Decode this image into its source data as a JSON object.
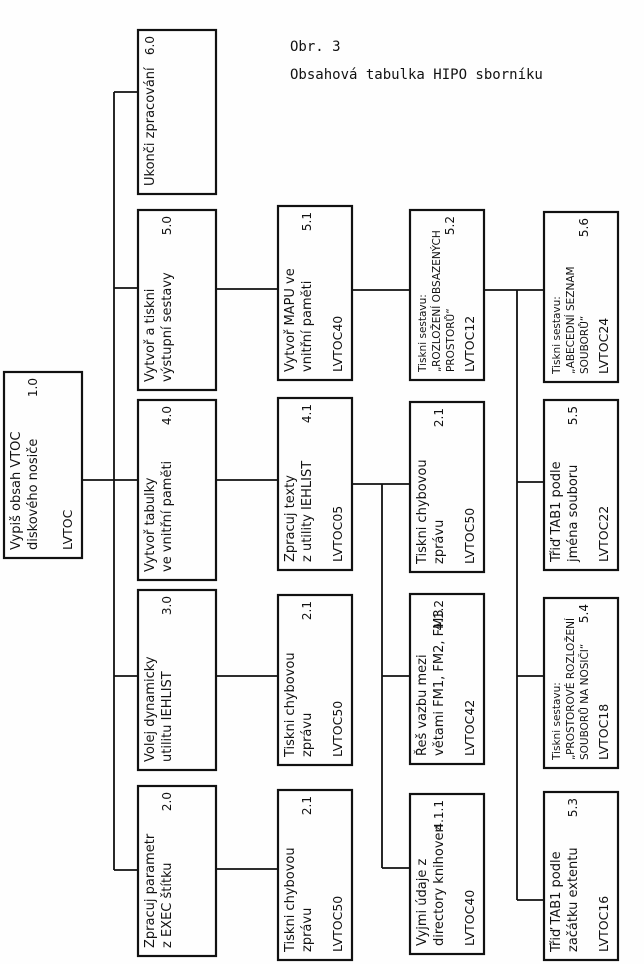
{
  "caption": {
    "figure": "Obr. 3",
    "title": "Obsahová tabulka HIPO sborníku"
  },
  "nodes": {
    "n1_0": {
      "lines": [
        "Vypiš obsah VTOC",
        "diskového nosiče"
      ],
      "module": "LVTOC",
      "number": "1.0"
    },
    "n2_0": {
      "lines": [
        "Zpracuj parametr",
        "z EXEC štítku"
      ],
      "module": "",
      "number": "2.0"
    },
    "n3_0": {
      "lines": [
        "Volej dynamicky",
        "utilitu IEHLIST"
      ],
      "module": "",
      "number": "3.0"
    },
    "n4_0": {
      "lines": [
        "Vytvoř tabulky",
        "ve vnitřní paměti"
      ],
      "module": "",
      "number": "4.0"
    },
    "n5_0": {
      "lines": [
        "Vytvoř a tiskni",
        "výstupní sestavy"
      ],
      "module": "",
      "number": "5.0"
    },
    "n6_0": {
      "lines": [
        "Ukonči zpracování"
      ],
      "module": "",
      "number": "6.0"
    },
    "n2_1": {
      "lines": [
        "Tiskni chybovou",
        "zprávu"
      ],
      "module": "LVTOC50",
      "number": "2.1"
    },
    "n3_1": {
      "lines": [
        "Tiskni chybovou",
        "zprávu"
      ],
      "module": "LVTOC50",
      "number": "2.1"
    },
    "n4_1": {
      "lines": [
        "Zpracuj texty",
        "z utility IEHLIST"
      ],
      "module": "LVTOC05",
      "number": "4.1"
    },
    "n5_1": {
      "lines": [
        "Vytvoř MAPU ve",
        "vnitřní paměti"
      ],
      "module": "LVTOC40",
      "number": "5.1"
    },
    "n4_1_1": {
      "lines": [
        "Vyjmi údaje z",
        "directory knihoven"
      ],
      "module": "LVTOC40",
      "number": "4.1.1"
    },
    "n4_1_2": {
      "lines": [
        "Řeš vazbu mezi",
        "větami FM1, FM2, FM3"
      ],
      "module": "LVTOC42",
      "number": "4.1.2"
    },
    "n4_1_x": {
      "lines": [
        "Tiskni chybovou",
        "zprávu"
      ],
      "module": "LVTOC50",
      "number": "2.1"
    },
    "n5_2": {
      "lines": [
        "Tiskni sestavu:",
        "„ROZLOŽENÍ OBSAZENÝCH",
        "PROSTORŮ“"
      ],
      "module": "LVTOC12",
      "number": "5.2"
    },
    "n5_3": {
      "lines": [
        "Třiď TAB1 podle",
        "začátku extentu"
      ],
      "module": "LVTOC16",
      "number": "5.3"
    },
    "n5_4": {
      "lines": [
        "Tiskni sestavu:",
        "„PROSTOROVÉ ROZLOŽENÍ",
        "SOUBORŮ NA NOSIČI“"
      ],
      "module": "LVTOC18",
      "number": "5.4"
    },
    "n5_5": {
      "lines": [
        "Třiď TAB1 podle",
        "jména souboru"
      ],
      "module": "LVTOC22",
      "number": "5.5"
    },
    "n5_6": {
      "lines": [
        "Tiskni sestavu:",
        "„ABECEDNÍ SEZNAM",
        "SOUBORŮ“"
      ],
      "module": "LVTOC24",
      "number": "5.6"
    }
  }
}
